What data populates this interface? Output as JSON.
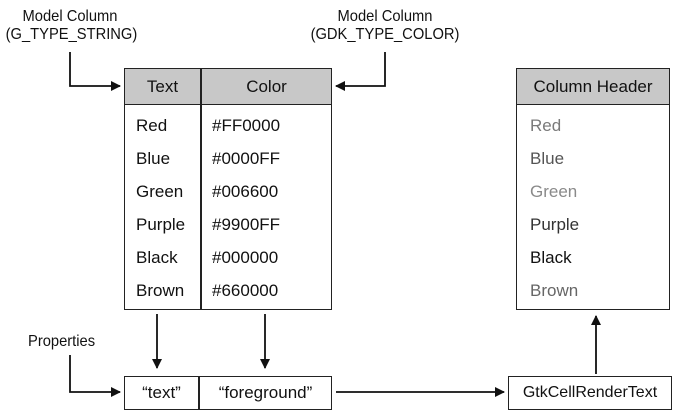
{
  "labels": {
    "left_top": [
      "Model Column",
      "(G_TYPE_STRING)"
    ],
    "right_top": [
      "Model Column",
      "(GDK_TYPE_COLOR)"
    ],
    "properties": "Properties"
  },
  "model": {
    "headers": [
      "Text",
      "Color"
    ],
    "rows": [
      [
        "Red",
        "#FF0000"
      ],
      [
        "Blue",
        "#0000FF"
      ],
      [
        "Green",
        "#006600"
      ],
      [
        "Purple",
        "#9900FF"
      ],
      [
        "Black",
        "#000000"
      ],
      [
        "Brown",
        "#660000"
      ]
    ]
  },
  "properties": {
    "items": [
      "“text”",
      "“foreground”"
    ]
  },
  "renderer": {
    "name": "GtkCellRenderText"
  },
  "view": {
    "header": "Column Header",
    "rows": [
      {
        "text": "Red",
        "color": "#7a7a7a"
      },
      {
        "text": "Blue",
        "color": "#555555"
      },
      {
        "text": "Green",
        "color": "#8a8a8a"
      },
      {
        "text": "Purple",
        "color": "#333333"
      },
      {
        "text": "Black",
        "color": "#111111"
      },
      {
        "text": "Brown",
        "color": "#666666"
      }
    ]
  }
}
